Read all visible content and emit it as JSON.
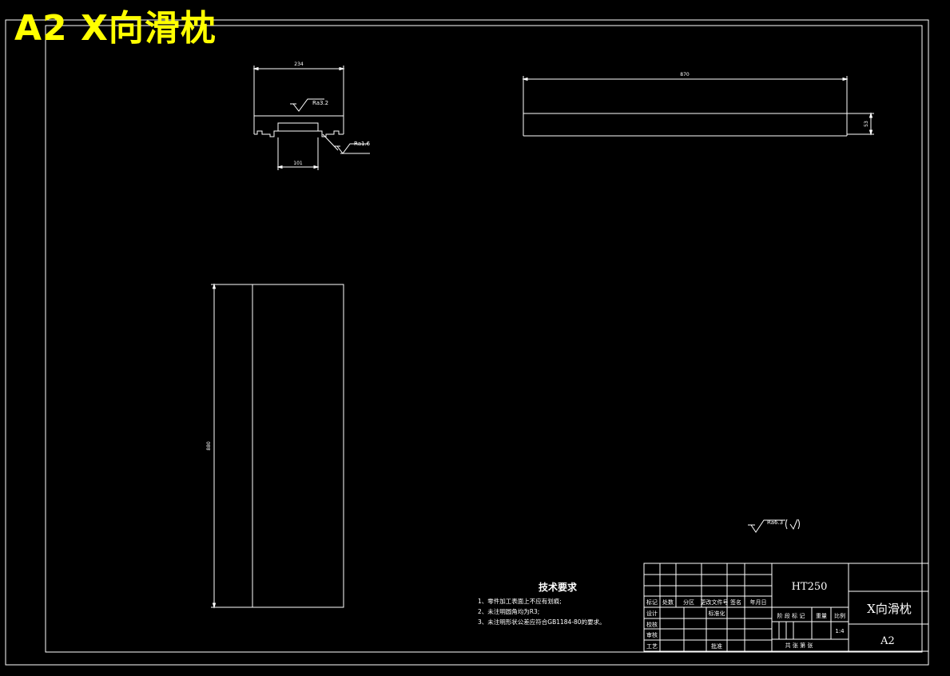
{
  "sheet": {
    "title": "A2  X向滑枕"
  },
  "colors": {
    "background": "#000000",
    "lines": "#ffffff",
    "title_text": "#ffff00"
  },
  "section_view": {
    "dim_width": "234",
    "dim_slot": "101",
    "roughness_top": "Ra3.2",
    "roughness_side": "Ra1.6"
  },
  "top_view": {
    "dim_length": "870",
    "dim_height": "53"
  },
  "front_view": {
    "dim_height": "880"
  },
  "general_roughness": "Ra6.3",
  "tech_requirements": {
    "title": "技术要求",
    "items": [
      "1、零件加工表面上不应有划痕;",
      "2、未注明圆角均为R3;",
      "3、未注明形状公差应符合GB1184-80的要求。"
    ]
  },
  "title_block": {
    "material": "HT250",
    "part_name": "X向滑枕",
    "drawing_no": "A2",
    "scale_value": "1:4",
    "header_labels": [
      "标记",
      "处数",
      "分区",
      "更改文件号",
      "签名",
      "年月日"
    ],
    "role_labels": [
      "设计",
      "校核",
      "审核",
      "工艺"
    ],
    "standardization": "标准化",
    "approve": "批准",
    "stage_label": "阶 段 标 记",
    "weight_label": "重量",
    "scale_label": "比例",
    "sheets_label": "共  张 第  张"
  }
}
